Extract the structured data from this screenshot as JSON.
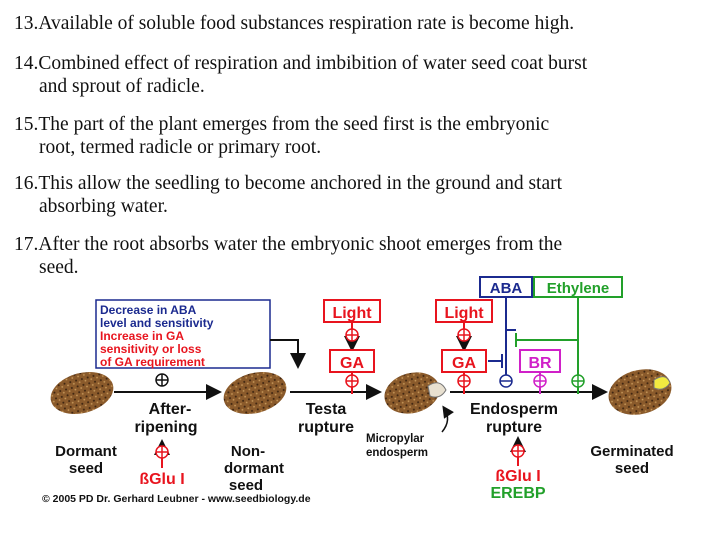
{
  "points": [
    {
      "number": "13.",
      "line1": "Available of soluble food substances respiration rate is become high.",
      "line2": ""
    },
    {
      "number": "14.",
      "line1": "Combined effect of respiration and imbibition of water seed coat burst",
      "line2": "and sprout of radicle."
    },
    {
      "number": "15.",
      "line1": "The part of the plant emerges from the seed first is the embryonic",
      "line2": "root, termed radicle or primary root."
    },
    {
      "number": "16.",
      "line1": "This allow the seedling to become anchored in the ground and start",
      "line2": "absorbing water."
    },
    {
      "number": "17.",
      "line1": "After the root absorbs water the embryonic shoot emerges from the",
      "line2": "seed."
    }
  ],
  "diagram": {
    "box_lines": [
      "Decrease in ABA",
      "level and sensitivity",
      "Increase in GA",
      "sensitivity or loss",
      "of GA requirement"
    ],
    "light1": "Light",
    "light2": "Light",
    "ga1": "GA",
    "ga2": "GA",
    "br": "BR",
    "aba": "ABA",
    "ethylene": "Ethylene",
    "after_ripening": [
      "After-",
      "ripening"
    ],
    "testa_rupture": [
      "Testa",
      "rupture"
    ],
    "endosperm_rupture": [
      "Endosperm",
      "rupture"
    ],
    "micropylar": [
      "Micropylar",
      "endosperm"
    ],
    "dormant_seed": [
      "Dormant",
      "seed"
    ],
    "non_dormant_seed": [
      "Non-",
      "dormant",
      "seed"
    ],
    "germinated_seed": [
      "Germinated",
      "seed"
    ],
    "bglu1": "ßGlu I",
    "bglu2": "ßGlu I",
    "erebp": "EREBP",
    "copyright": "© 2005 PD Dr. Gerhard Leubner - www.seedbiology.de",
    "colors": {
      "red": "#e8141e",
      "blue": "#1b2a8f",
      "green": "#22a02a",
      "magenta": "#d020c8",
      "seed": "#8a5a2b"
    }
  }
}
